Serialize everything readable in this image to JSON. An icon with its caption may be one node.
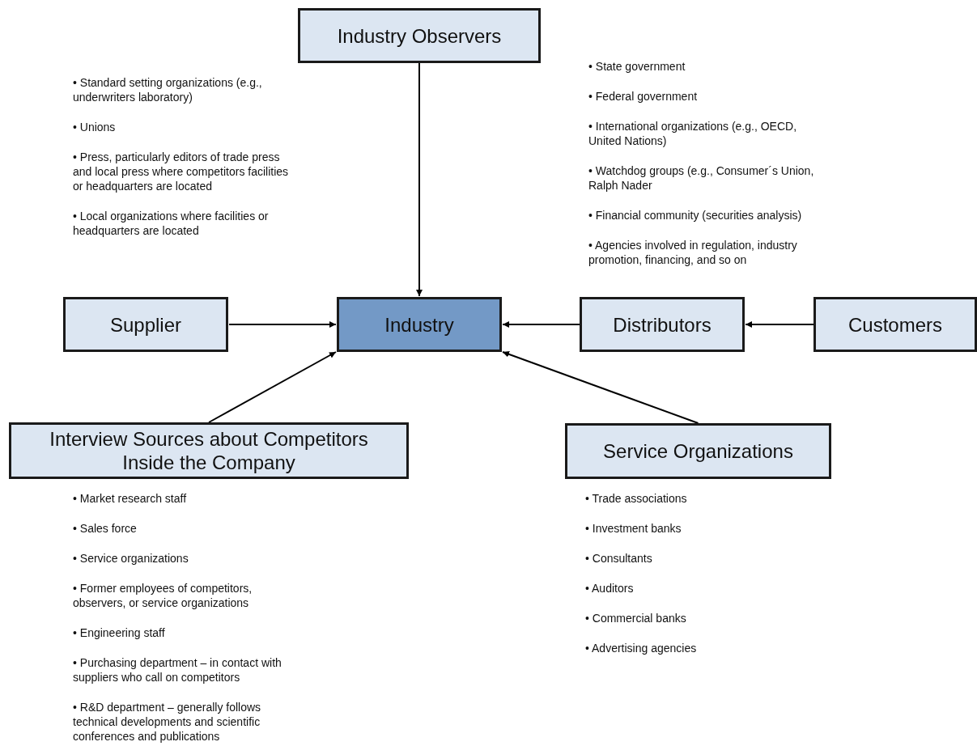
{
  "diagram": {
    "nodes": [
      {
        "text": [
          "Industry Observers"
        ]
      },
      {
        "text": [
          "Supplier"
        ]
      },
      {
        "text": [
          "Industry"
        ]
      },
      {
        "text": [
          "Distributors"
        ]
      },
      {
        "text": [
          "Customers"
        ]
      },
      {
        "text": [
          "Interview Sources about Competitors Inside the Company"
        ]
      },
      {
        "text": [
          "Service Organizations"
        ]
      }
    ],
    "edges": [
      {
        "from": 0,
        "to": 2,
        "arrow": "to"
      },
      {
        "from": 1,
        "to": 2,
        "arrow": "to"
      },
      {
        "from": 3,
        "to": 2,
        "arrow": "to"
      },
      {
        "from": 4,
        "to": 3,
        "arrow": "to"
      },
      {
        "from": 5,
        "to": 2,
        "arrow": "to"
      },
      {
        "from": 6,
        "to": 2,
        "arrow": "to"
      }
    ],
    "labels": [
      "• Standard setting organizations (e.g., underwriters laboratory)",
      "• Unions",
      "• Press, particularly editors of trade press and local press where competitors facilities or headquarters are located",
      "• Local organizations where facilities or headquarters are located",
      "• State government",
      "• Federal government",
      "• International organizations (e.g., OECD, United Nations)",
      "• Watchdog groups (e.g., Consumer´s Union, Ralph Nader",
      "• Financial community (securities analysis)",
      "• Agencies involved in regulation, industry promotion, financing, and so on",
      "• Market research staff",
      "• Sales force",
      "• Service organizations",
      "• Former employees of competitors, observers, or service organizations",
      "• Engineering staff",
      "• Purchasing department – in contact with suppliers who call on competitors",
      "• R&D department – generally follows technical developments and scientific conferences and publications",
      "• Trade associations",
      "• Investment banks",
      "• Consultants",
      "• Auditors",
      "• Commercial banks",
      "• Advertising agencies"
    ]
  }
}
